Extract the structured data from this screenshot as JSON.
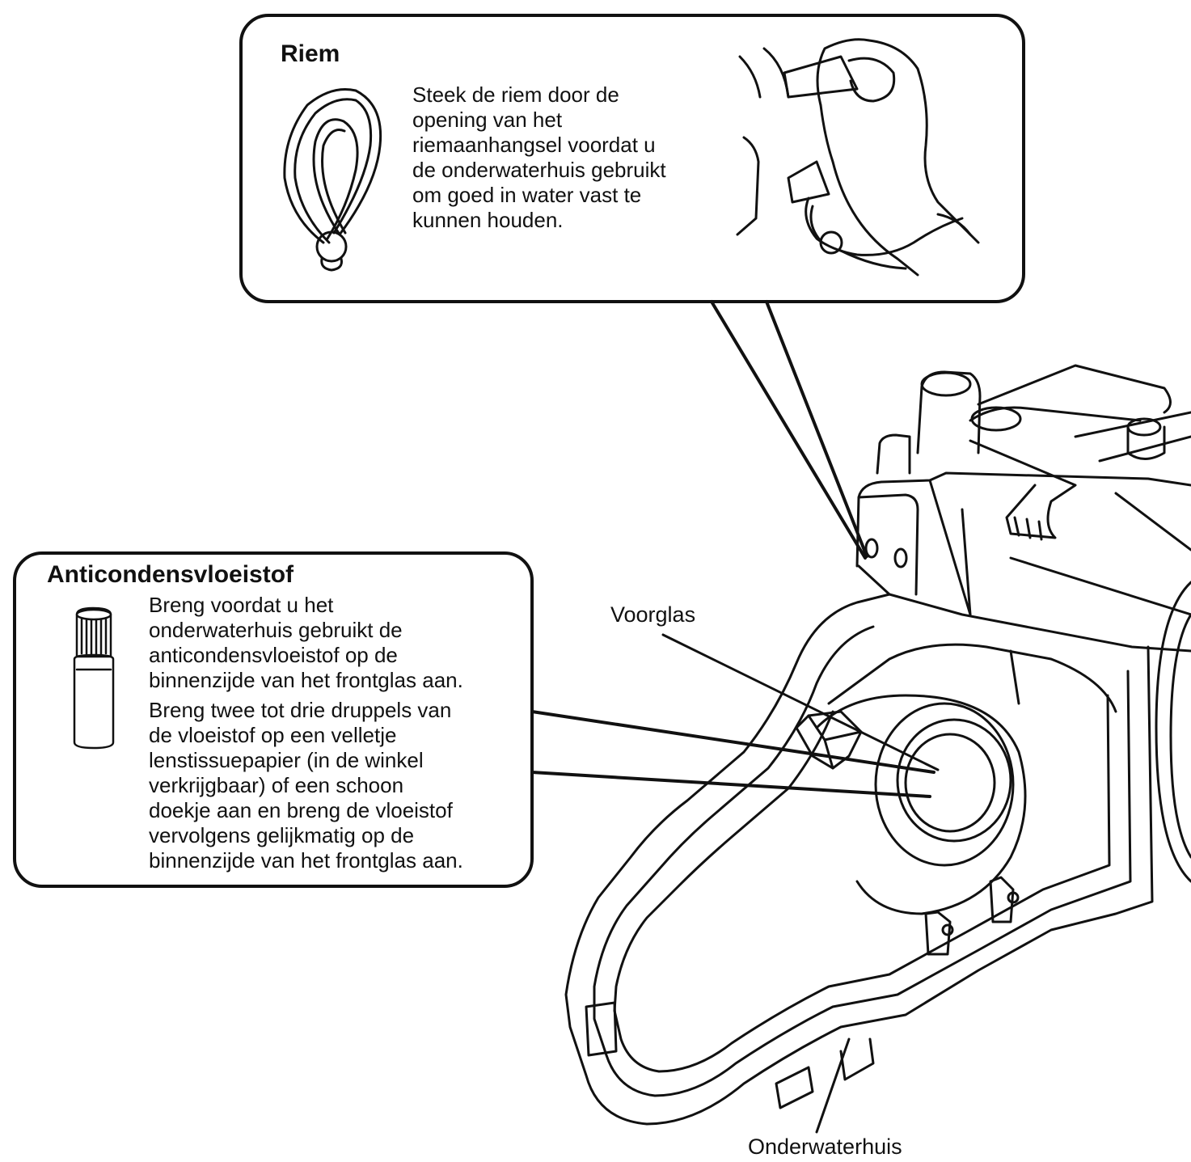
{
  "strap_box": {
    "title": "Riem",
    "text_lines": [
      "Steek de riem door de",
      "opening van het",
      "riemaanhangsel voordat u",
      "de onderwaterhuis gebruikt",
      "om goed in water vast te",
      "kunnen houden."
    ]
  },
  "anti_fog_box": {
    "title": "Anticondensvloeistof",
    "paragraph_1_lines": [
      "Breng voordat u het",
      "onderwaterhuis gebruikt de",
      "anticondensvloeistof op de",
      "binnenzijde van het frontglas aan."
    ],
    "paragraph_2_lines": [
      "Breng twee tot drie druppels van",
      "de vloeistof op een velletje",
      "lenstissuepapier (in de winkel",
      "verkrijgbaar) of een schoon",
      "doekje aan en breng de vloeistof",
      "vervolgens gelijkmatig op de",
      "binnenzijde van het frontglas aan."
    ]
  },
  "labels": {
    "front_glass": "Voorglas",
    "housing": "Onderwaterhuis"
  }
}
